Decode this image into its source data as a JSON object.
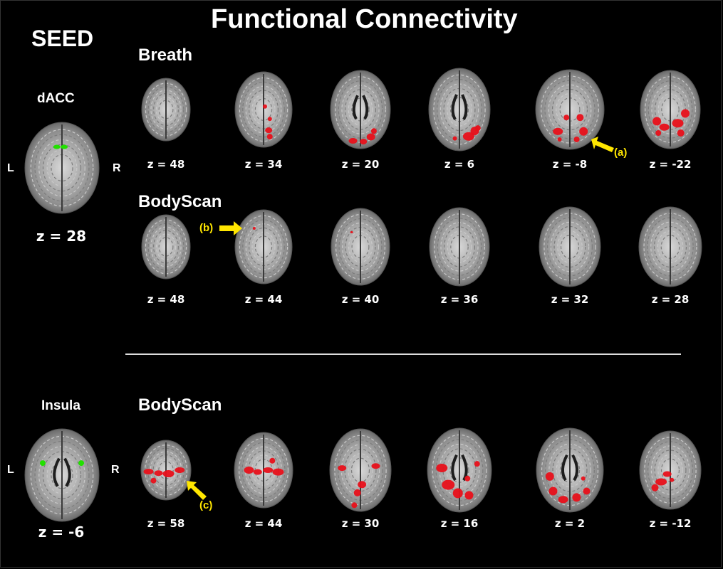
{
  "figure": {
    "title": "Functional Connectivity",
    "seed_label": "SEED",
    "hemisphere_left": "L",
    "hemisphere_right": "R",
    "colors": {
      "background": "#000000",
      "connectivity": "#e8101a",
      "seed_roi": "#22e000",
      "annotation": "#ffe600"
    },
    "sections": [
      {
        "seed": {
          "name": "dACC",
          "slice": "z = 28"
        },
        "rows": [
          {
            "label": "Breath",
            "slices": [
              "z = 48",
              "z = 34",
              "z = 20",
              "z = 6",
              "z = -8",
              "z = -22"
            ]
          },
          {
            "label": "BodyScan",
            "slices": [
              "z = 48",
              "z = 44",
              "z = 40",
              "z = 36",
              "z = 32",
              "z = 28"
            ]
          }
        ]
      },
      {
        "seed": {
          "name": "Insula",
          "slice": "z = -6"
        },
        "rows": [
          {
            "label": "BodyScan",
            "slices": [
              "z = 58",
              "z = 44",
              "z = 30",
              "z = 16",
              "z = 2",
              "z = -12"
            ]
          }
        ]
      }
    ],
    "annotations": [
      {
        "label": "(a)"
      },
      {
        "label": "(b)"
      },
      {
        "label": "(c)"
      }
    ]
  }
}
